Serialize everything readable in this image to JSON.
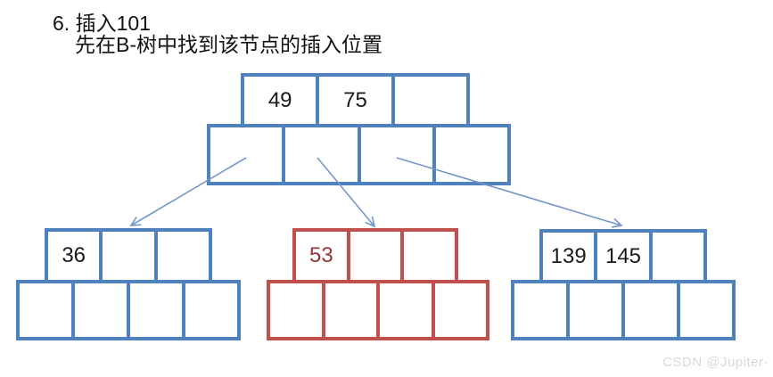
{
  "title": {
    "line1": "6. 插入101",
    "line2": "先在B-树中找到该节点的插入位置"
  },
  "tree": {
    "root": {
      "keys": [
        "49",
        "75",
        ""
      ],
      "pointer_slots": 4
    },
    "children": [
      {
        "name": "left",
        "keys": [
          "36",
          "",
          ""
        ],
        "pointer_slots": 4,
        "highlighted": false
      },
      {
        "name": "middle",
        "keys": [
          "53",
          "",
          ""
        ],
        "pointer_slots": 4,
        "highlighted": true
      },
      {
        "name": "right",
        "keys": [
          "139",
          "145",
          ""
        ],
        "pointer_slots": 4,
        "highlighted": false
      }
    ]
  },
  "colors": {
    "node_blue": "#4F81BD",
    "node_red": "#C0504D",
    "key_text": "#1A1A1A",
    "highlight_key_text": "#943634",
    "arrow": "#7596CB",
    "watermark": "#D9D9D9"
  },
  "watermark": "CSDN @Jupiter·"
}
